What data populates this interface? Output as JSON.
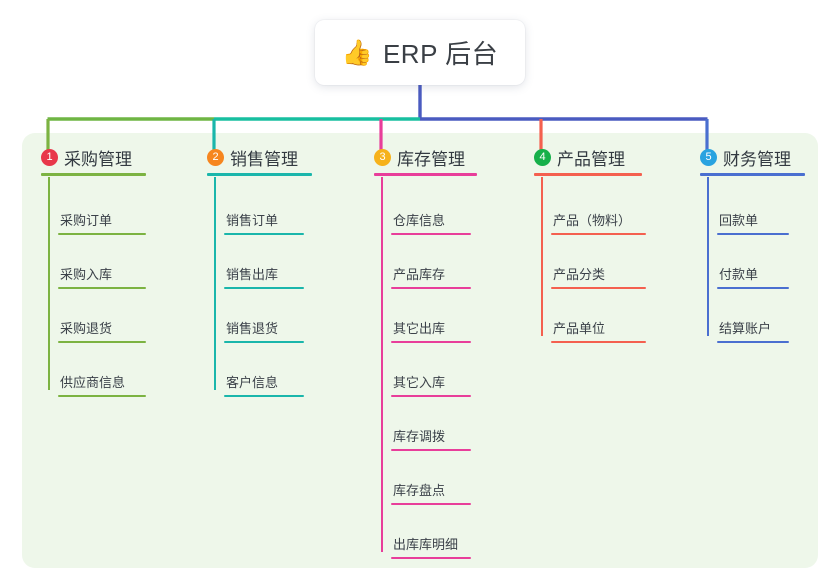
{
  "title": {
    "emoji": "👍",
    "emoji_name": "thumbs-up-icon",
    "text": "ERP 后台"
  },
  "colors": {
    "panel_bg": "#eef7ea",
    "page_bg": "#ffffff",
    "stem": "#4a5bc0",
    "bar_left": "#6fb544",
    "bar_mid": "#18bfa0",
    "bar_right": "#4a5bc0",
    "text": "#3b4149"
  },
  "columns": [
    {
      "index": "1",
      "badge_color": "#e8374a",
      "line_color": "#7cb342",
      "title": "采购管理",
      "items": [
        "采购订单",
        "采购入库",
        "采购退货",
        "供应商信息"
      ]
    },
    {
      "index": "2",
      "badge_color": "#f6861f",
      "line_color": "#1ab6ab",
      "title": "销售管理",
      "items": [
        "销售订单",
        "销售出库",
        "销售退货",
        "客户信息"
      ]
    },
    {
      "index": "3",
      "badge_color": "#f6b21b",
      "line_color": "#e83e9a",
      "title": "库存管理",
      "items": [
        "仓库信息",
        "产品库存",
        "其它出库",
        "其它入库",
        "库存调拨",
        "库存盘点",
        "出库库明细"
      ]
    },
    {
      "index": "4",
      "badge_color": "#16b04a",
      "line_color": "#f4604f",
      "title": "产品管理",
      "items": [
        "产品（物料）",
        "产品分类",
        "产品单位"
      ]
    },
    {
      "index": "5",
      "badge_color": "#29a3e0",
      "line_color": "#4a6fd0",
      "title": "财务管理",
      "items": [
        "回款单",
        "付款单",
        "结算账户"
      ]
    }
  ]
}
